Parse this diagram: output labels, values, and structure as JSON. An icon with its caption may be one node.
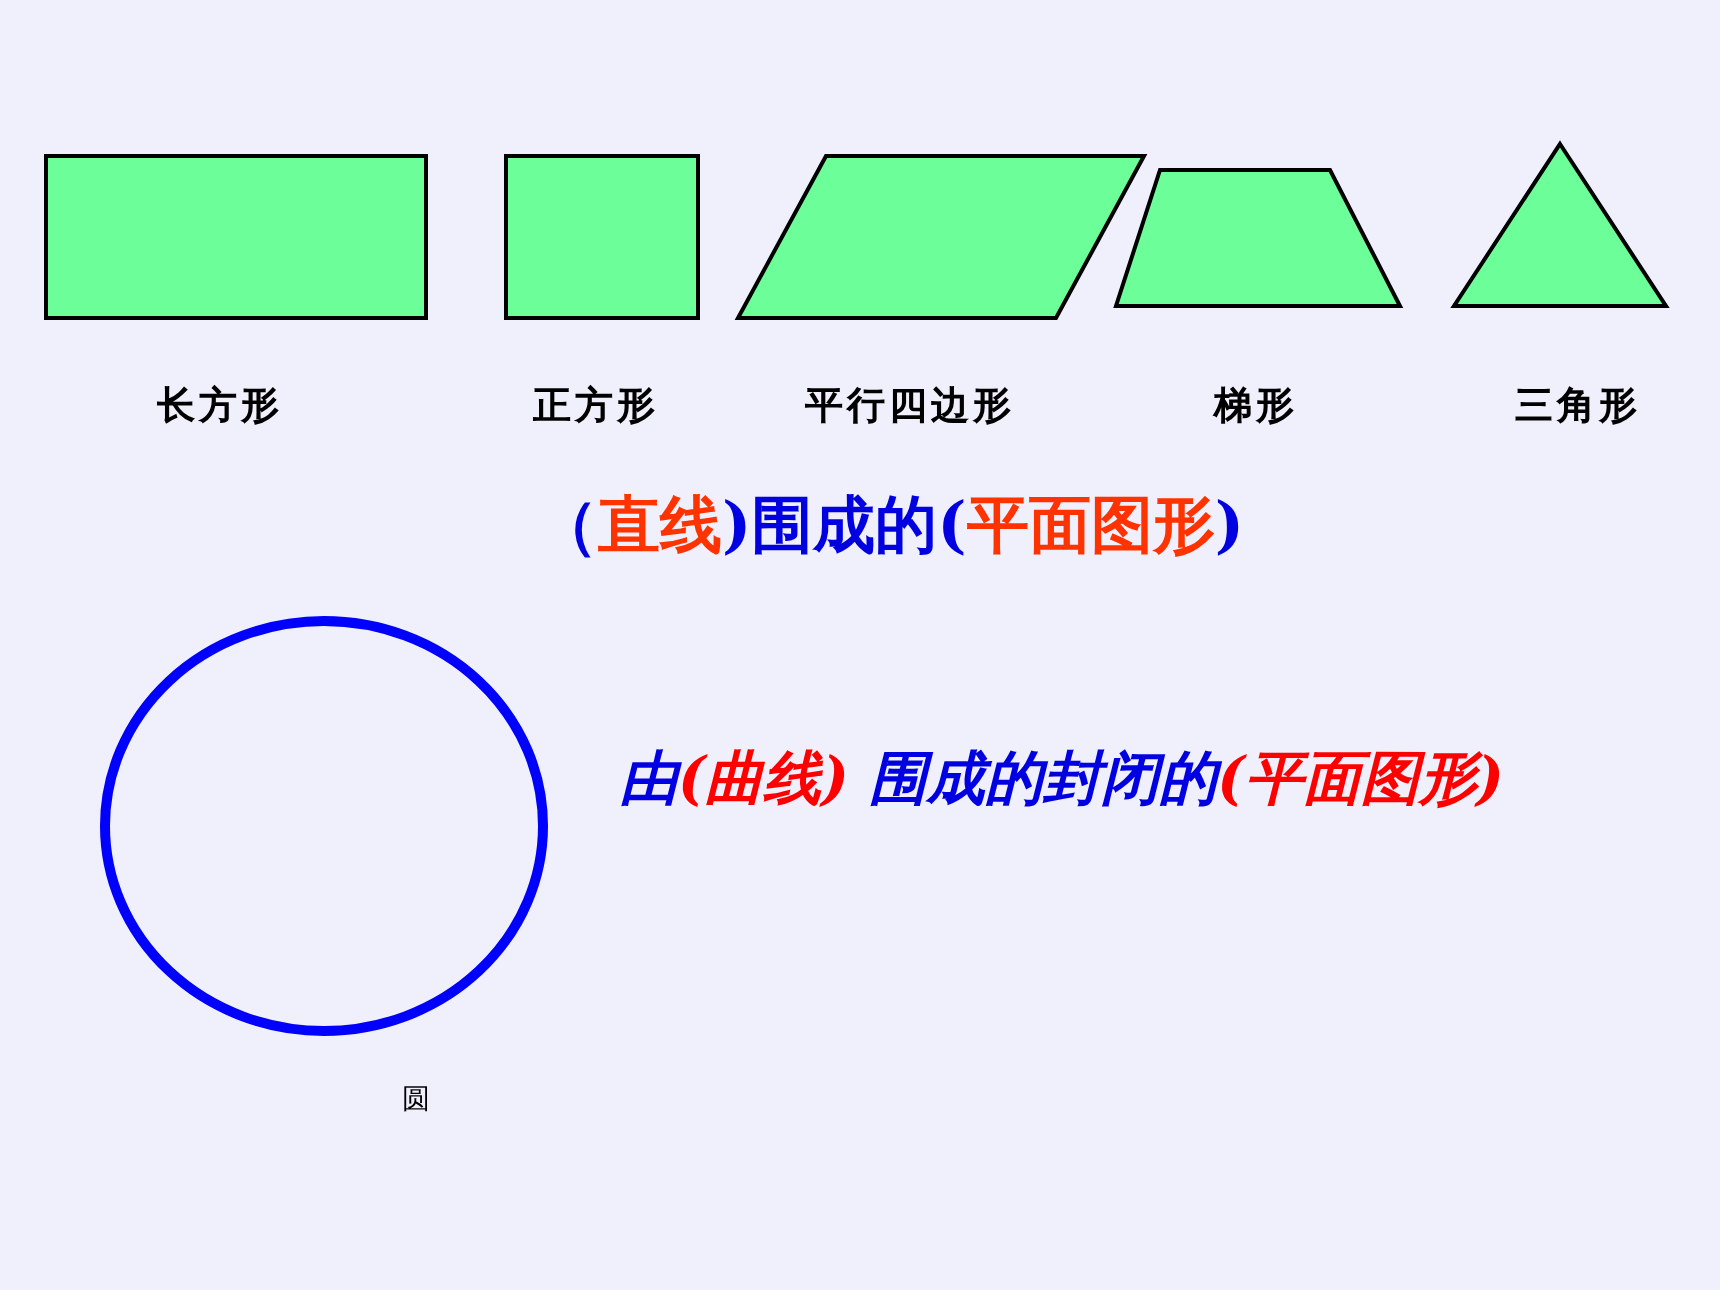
{
  "diagram": {
    "nodes": [
      {
        "text": [],
        "shape": "box",
        "beside": [
          "长方形"
        ]
      },
      {
        "text": [],
        "shape": "box",
        "beside": [
          "正方形"
        ]
      },
      {
        "text": [],
        "shape": "parallelogram",
        "beside": [
          "平行四边形"
        ]
      },
      {
        "text": [],
        "shape": "trapezoid",
        "beside": [
          "梯形"
        ]
      },
      {
        "text": [],
        "shape": "triangle",
        "beside": [
          "三角形"
        ]
      },
      {
        "text": [],
        "shape": "circle",
        "beside": [
          "圆"
        ]
      }
    ],
    "labels": [
      "（**直线**)围成的(**平面图形**)",
      "由**(曲线)** 围成的封闭的**(平面图形)**"
    ]
  }
}
